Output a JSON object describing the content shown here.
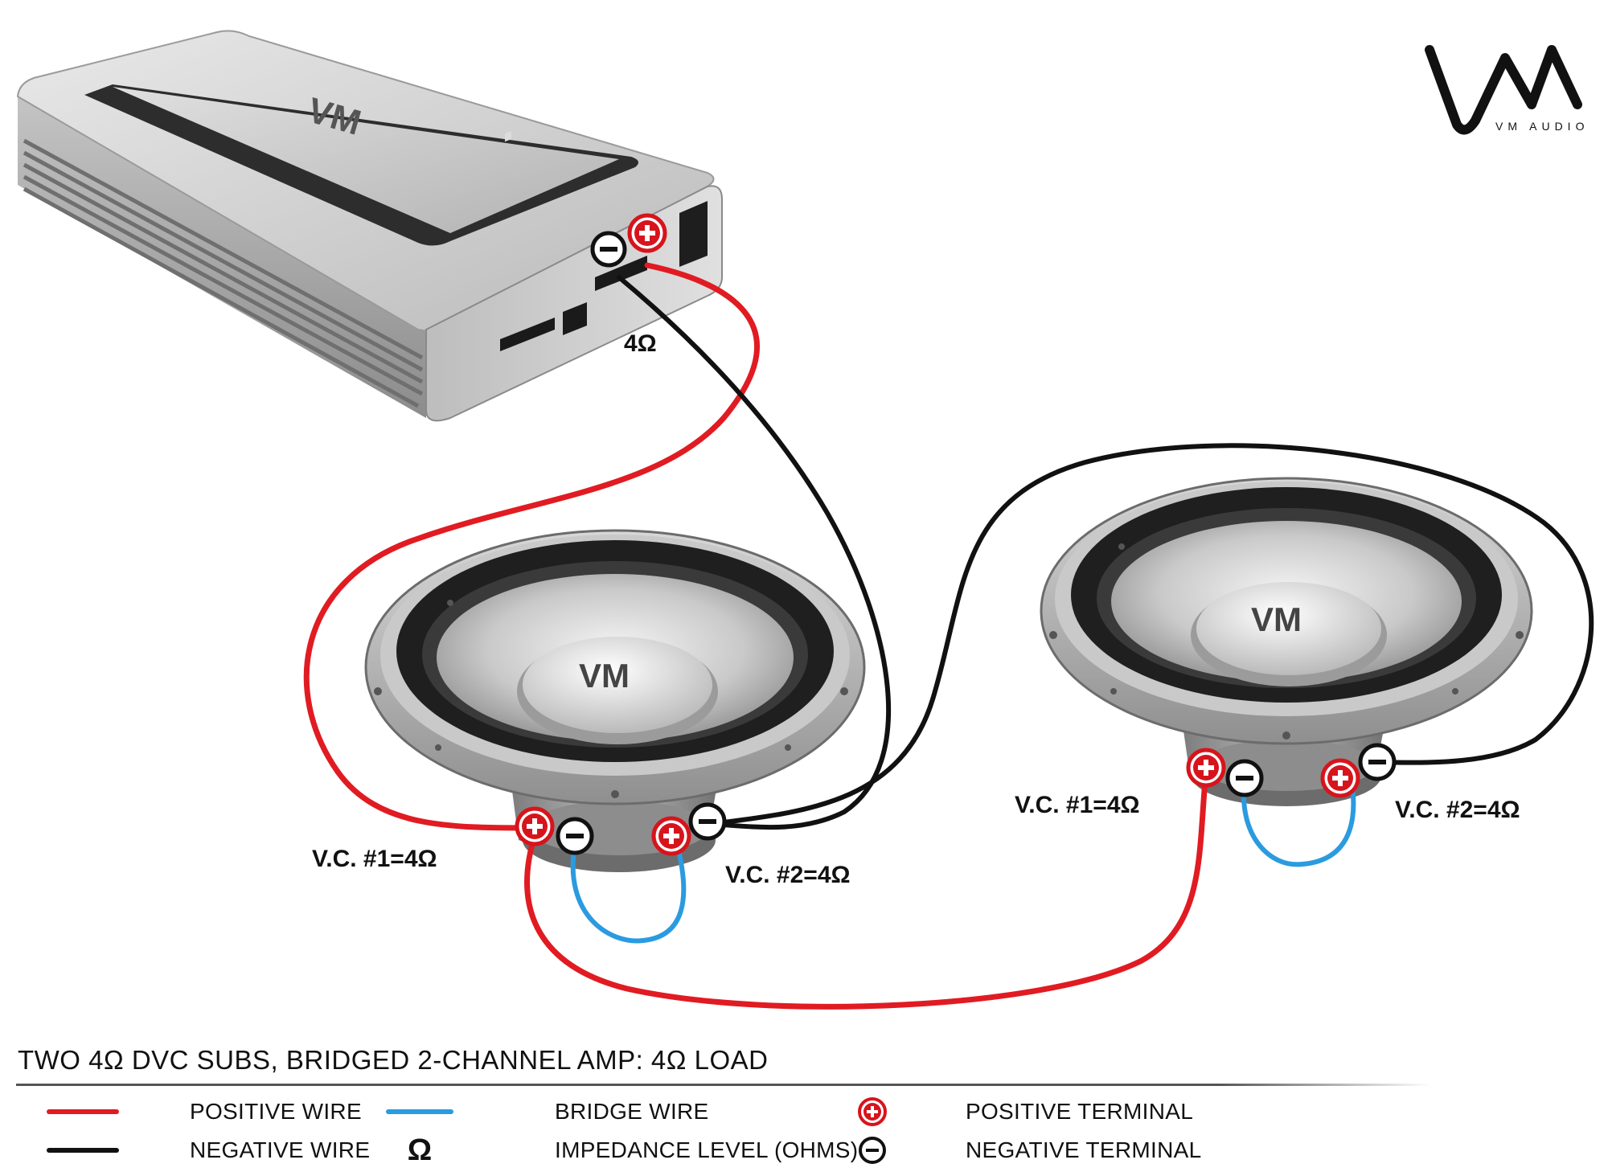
{
  "brand": {
    "logo": "VM",
    "name": "VM AUDIO"
  },
  "colors": {
    "positive_wire": "#e11b22",
    "negative_wire": "#111111",
    "bridge_wire": "#2b9be0",
    "terminal_positive": "#d7141c",
    "terminal_negative": "#111111"
  },
  "diagram": {
    "amp_output_label": "4Ω",
    "sub1": {
      "vc1_label": "V.C. #1=4Ω",
      "vc2_label": "V.C. #2=4Ω"
    },
    "sub2": {
      "vc1_label": "V.C. #1=4Ω",
      "vc2_label": "V.C. #2=4Ω"
    },
    "terminal_positive_glyph": "+",
    "terminal_negative_glyph": "−"
  },
  "title": "TWO 4Ω DVC SUBS, BRIDGED 2-CHANNEL AMP: 4Ω LOAD",
  "legend": {
    "positive_wire": "POSITIVE WIRE",
    "negative_wire": "NEGATIVE WIRE",
    "bridge_wire": "BRIDGE WIRE",
    "impedance_symbol": "Ω",
    "impedance": "IMPEDANCE LEVEL (OHMS)",
    "positive_terminal": "POSITIVE TERMINAL",
    "negative_terminal": "NEGATIVE TERMINAL"
  }
}
